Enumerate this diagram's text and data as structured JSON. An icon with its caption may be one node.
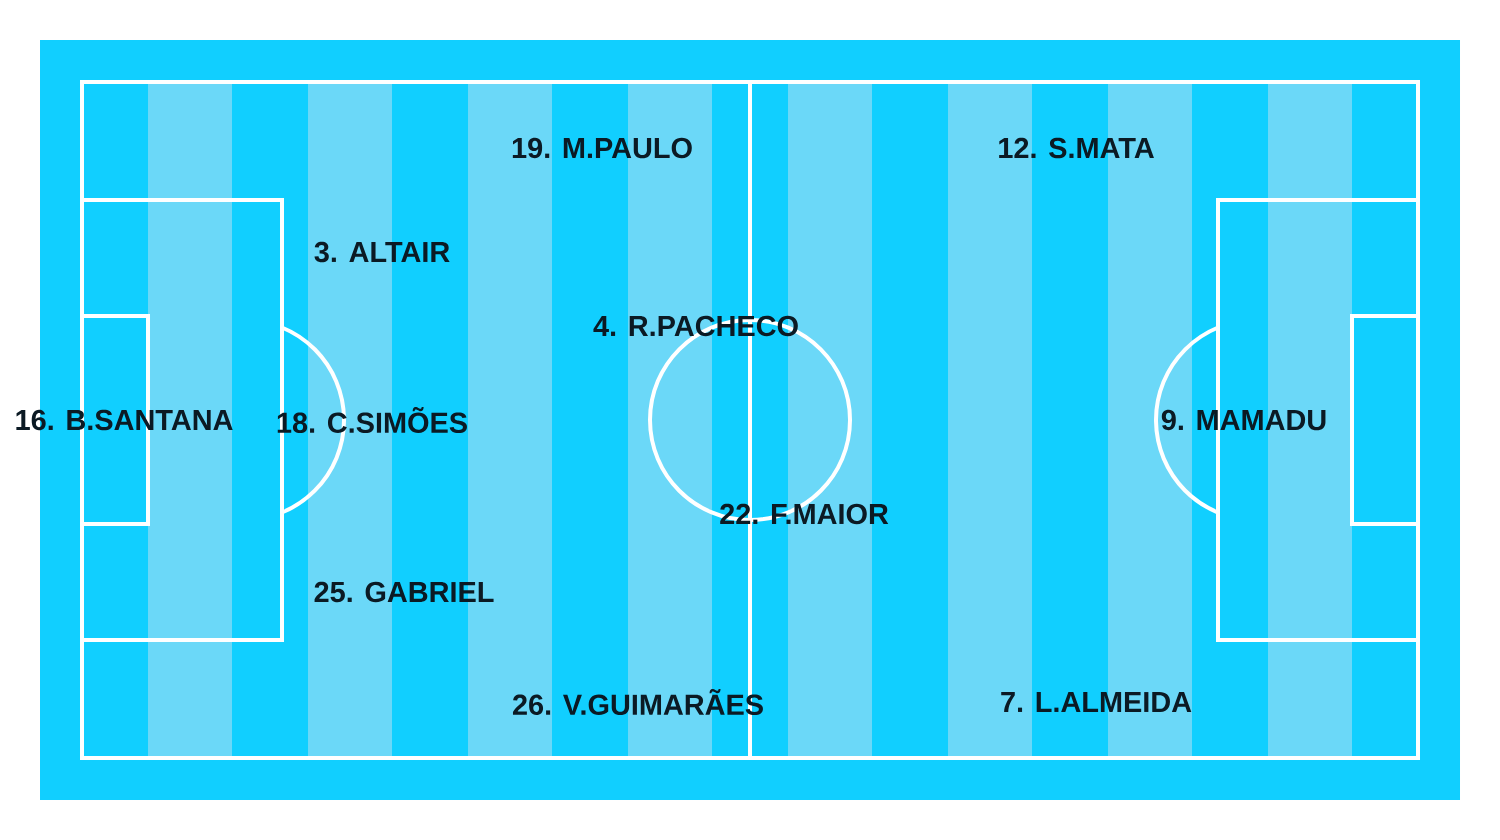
{
  "diagram": {
    "labels": [
      "19. M.PAULO",
      "12. S.MATA",
      "3. ALTAIR",
      "4. R.PACHECO",
      "16. B.SANTANA",
      "18. C.SIMÕES",
      "9. MAMADU",
      "22. F.MAIOR",
      "25. GABRIEL",
      "26. V.GUIMARÃES",
      "7. L.ALMEIDA"
    ]
  }
}
